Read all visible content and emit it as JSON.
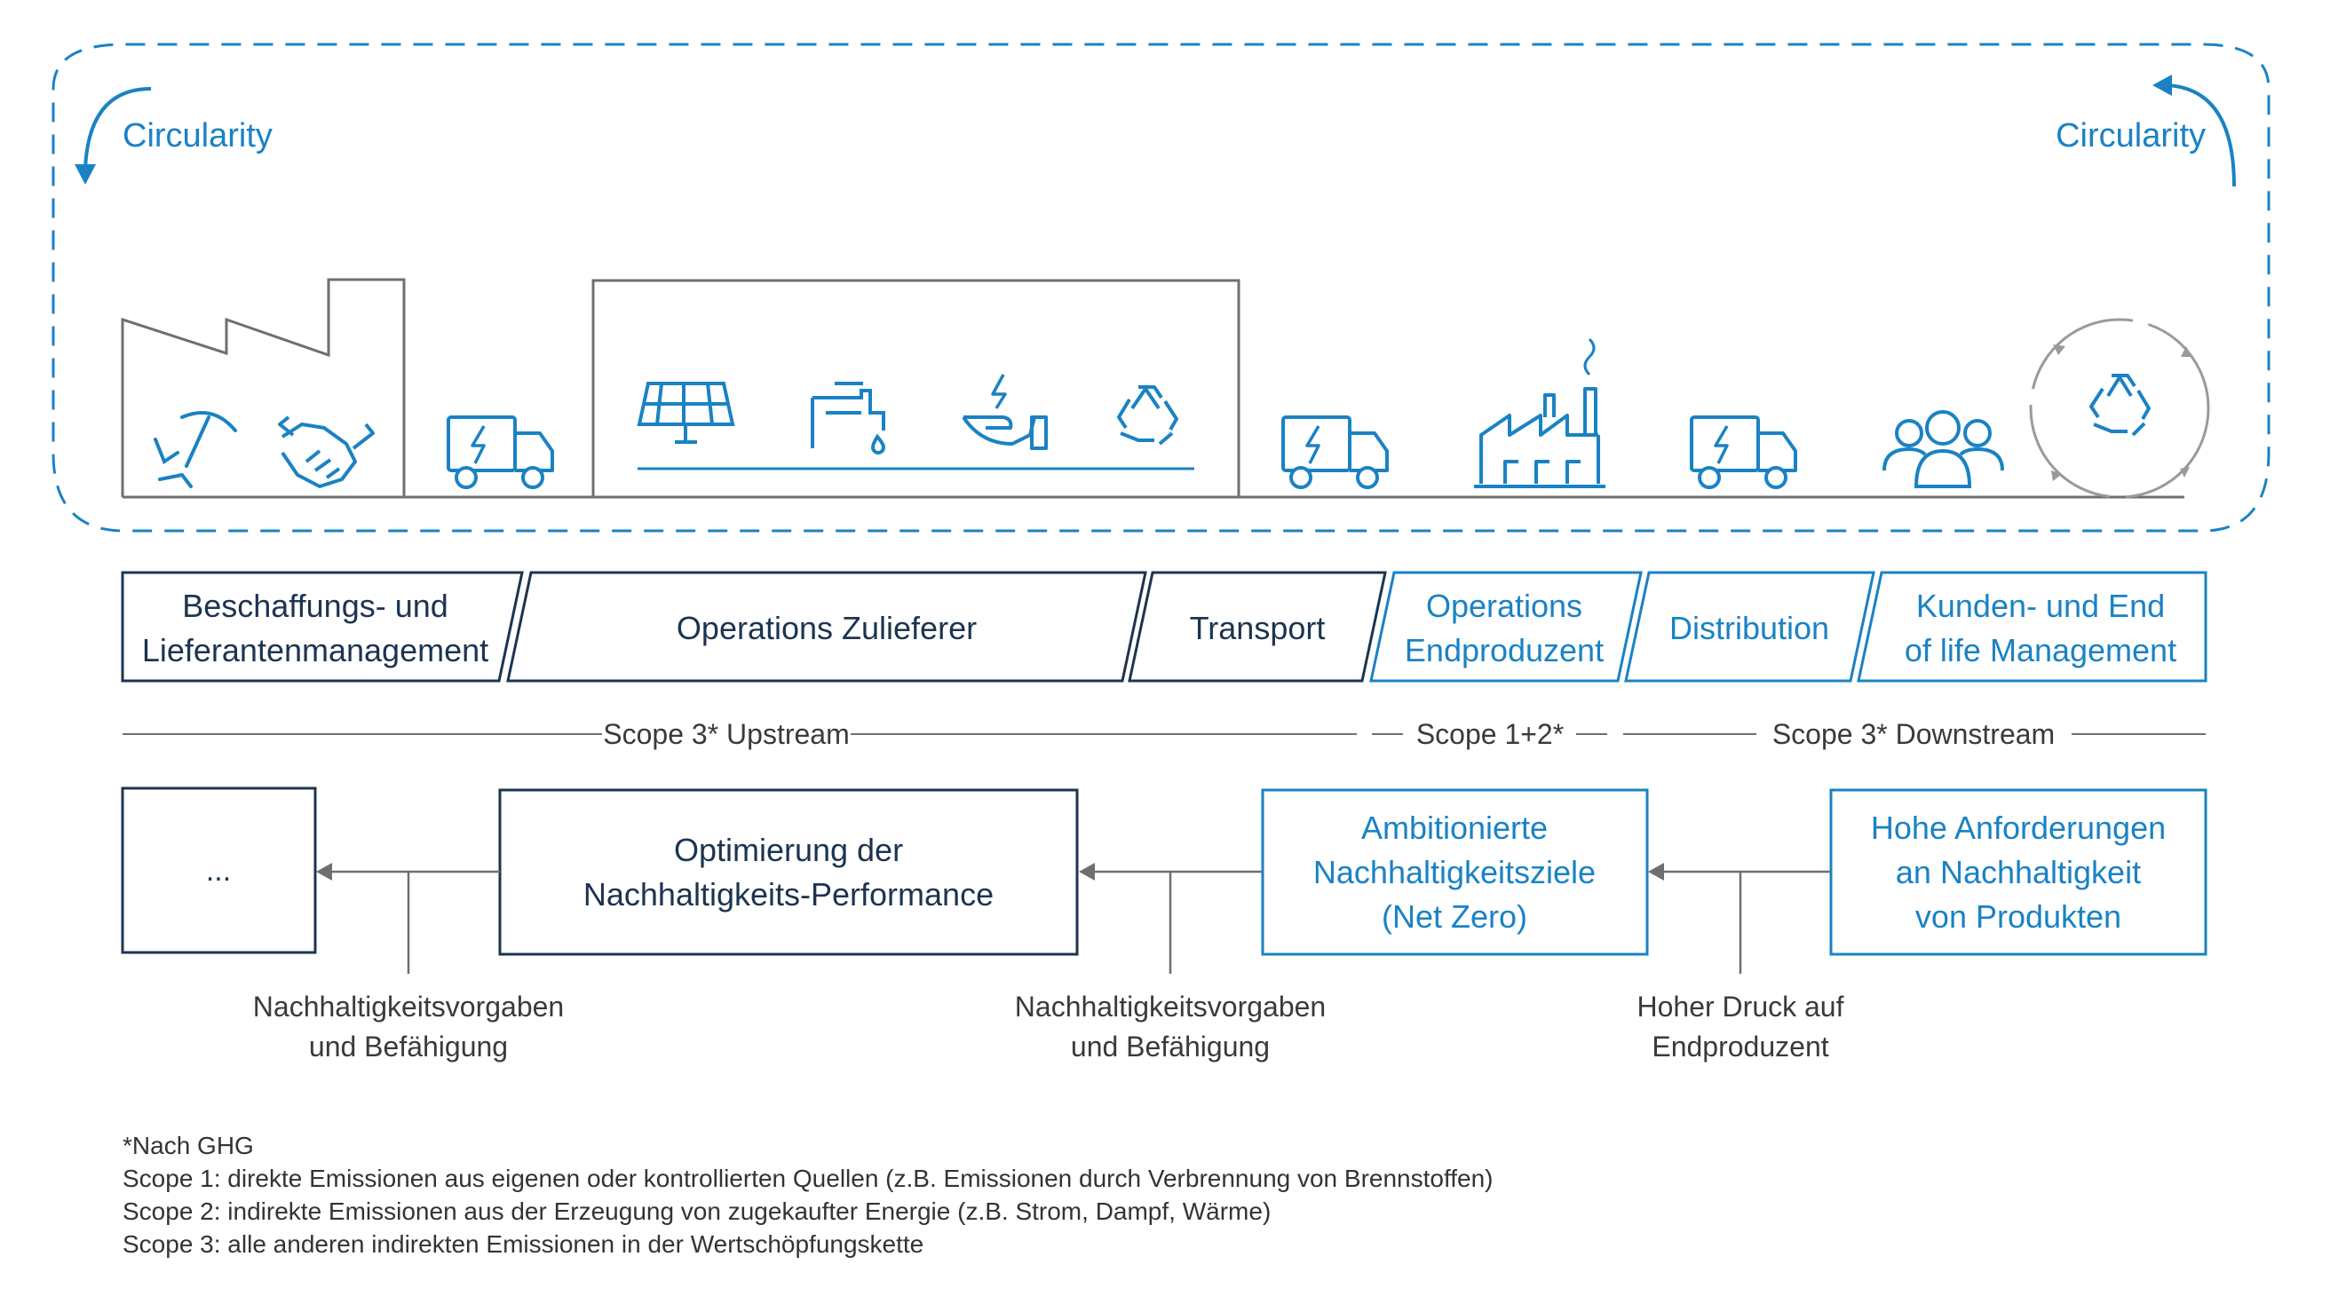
{
  "colors": {
    "dark": "#1c3450",
    "blue": "#1a82c4",
    "grey_line": "#6f6f6f",
    "text": "#333333"
  },
  "circularity": {
    "left": "Circularity",
    "right": "Circularity"
  },
  "icons": {
    "procurement": [
      "pickaxe-icon",
      "handshake-icon"
    ],
    "supplier_ops": [
      "solar-panel-icon",
      "water-tap-icon",
      "energy-hand-icon",
      "recycle-icon"
    ],
    "transport": "electric-truck-icon",
    "producer": "factory-icon",
    "distribution": "electric-truck-icon",
    "customers": [
      "people-group-icon",
      "circular-recycle-icon"
    ]
  },
  "stages": [
    {
      "line1": "Beschaffungs- und",
      "line2": "Lieferantenmanagement",
      "style": "dark"
    },
    {
      "line1": "Operations Zulieferer",
      "line2": "",
      "style": "dark"
    },
    {
      "line1": "Transport",
      "line2": "",
      "style": "dark"
    },
    {
      "line1": "Operations",
      "line2": "Endproduzent",
      "style": "blue"
    },
    {
      "line1": "Distribution",
      "line2": "",
      "style": "blue"
    },
    {
      "line1": "Kunden- und End",
      "line2": "of life Management",
      "style": "blue"
    }
  ],
  "scopes": {
    "upstream": "Scope 3* Upstream",
    "own": "Scope 1+2*",
    "downstream": "Scope 3* Downstream"
  },
  "flow": {
    "box_dots": "...",
    "box_optimization": [
      "Optimierung der",
      "Nachhaltigkeits-Performance"
    ],
    "box_ambitions": [
      "Ambitionierte",
      "Nachhaltigkeitsziele",
      "(Net Zero)"
    ],
    "box_requirements": [
      "Hohe Anforderungen",
      "an Nachhaltigkeit",
      "von Produkten"
    ],
    "label_1": [
      "Nachhaltigkeitsvorgaben",
      "und Befähigung"
    ],
    "label_2": [
      "Nachhaltigkeitsvorgaben",
      "und Befähigung"
    ],
    "label_3": [
      "Hoher Druck auf",
      "Endproduzent"
    ]
  },
  "footnotes": [
    "*Nach GHG",
    "Scope 1: direkte Emissionen aus eigenen oder kontrollierten Quellen (z.B. Emissionen durch Verbrennung von Brennstoffen)",
    "Scope 2: indirekte Emissionen aus der Erzeugung von zugekaufter Energie (z.B. Strom, Dampf, Wärme)",
    "Scope 3: alle anderen indirekten Emissionen in der Wertschöpfungskette"
  ]
}
